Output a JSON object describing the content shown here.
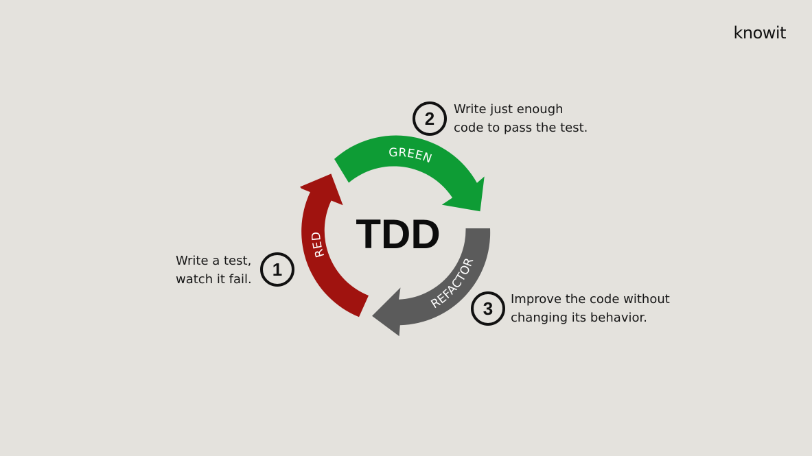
{
  "logo": "knowit",
  "title": "TDD",
  "colors": {
    "background": "#e4e2dd",
    "red": "#a0130f",
    "green": "#0e9c35",
    "refactor": "#5b5b5b"
  },
  "phases": [
    {
      "label": "RED",
      "number": "1",
      "lines": [
        "Write a test,",
        "watch it fail."
      ]
    },
    {
      "label": "GREEN",
      "number": "2",
      "lines": [
        "Write just enough",
        "code to pass the test."
      ]
    },
    {
      "label": "REFACTOR",
      "number": "3",
      "lines": [
        "Improve the code without",
        "changing its behavior."
      ]
    }
  ]
}
